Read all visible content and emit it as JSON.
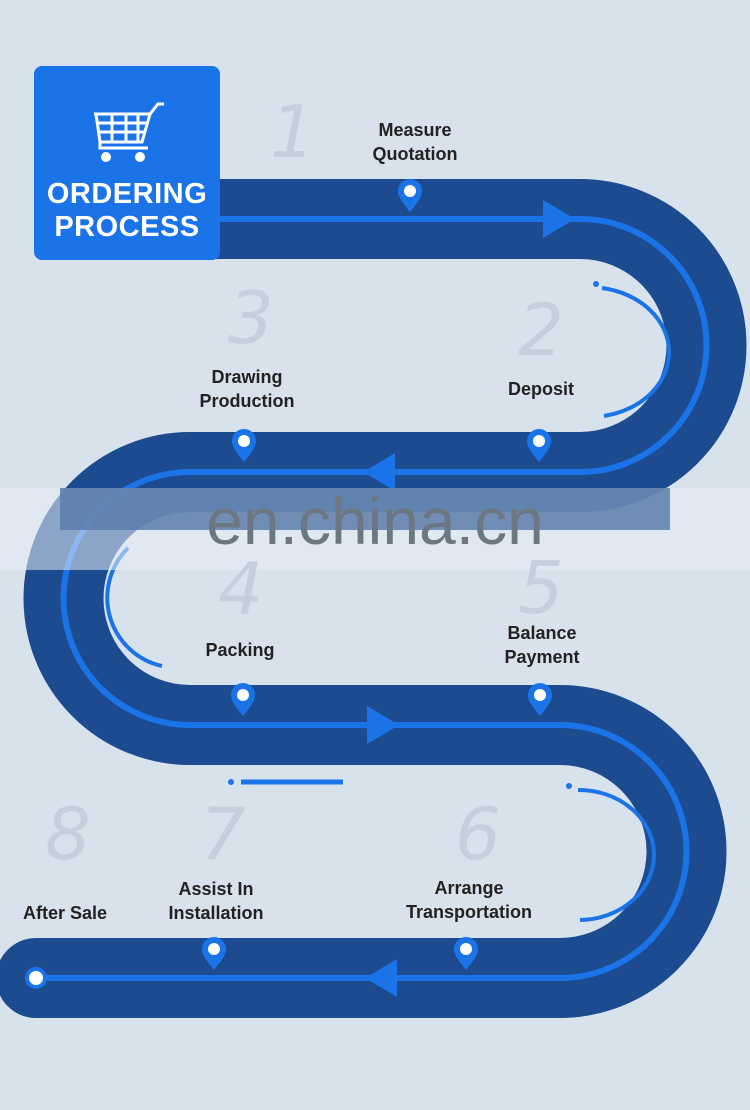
{
  "title": {
    "line1": "ORDERING",
    "line2": "PROCESS",
    "icon": "shopping-cart-icon"
  },
  "steps": [
    {
      "number": "1",
      "line1": "Measure",
      "line2": "Quotation"
    },
    {
      "number": "2",
      "line1": "Deposit",
      "line2": ""
    },
    {
      "number": "3",
      "line1": "Drawing",
      "line2": "Production"
    },
    {
      "number": "4",
      "line1": "Packing",
      "line2": ""
    },
    {
      "number": "5",
      "line1": "Balance",
      "line2": "Payment"
    },
    {
      "number": "6",
      "line1": "Arrange",
      "line2": "Transportation"
    },
    {
      "number": "7",
      "line1": "Assist In",
      "line2": "Installation"
    },
    {
      "number": "8",
      "line1": "After Sale",
      "line2": ""
    }
  ],
  "watermark": "en.china.cn",
  "colors": {
    "background": "#d8e2ec",
    "road": "#1c4b8f",
    "accent": "#1a74e8",
    "number": "#c4d0dd"
  }
}
